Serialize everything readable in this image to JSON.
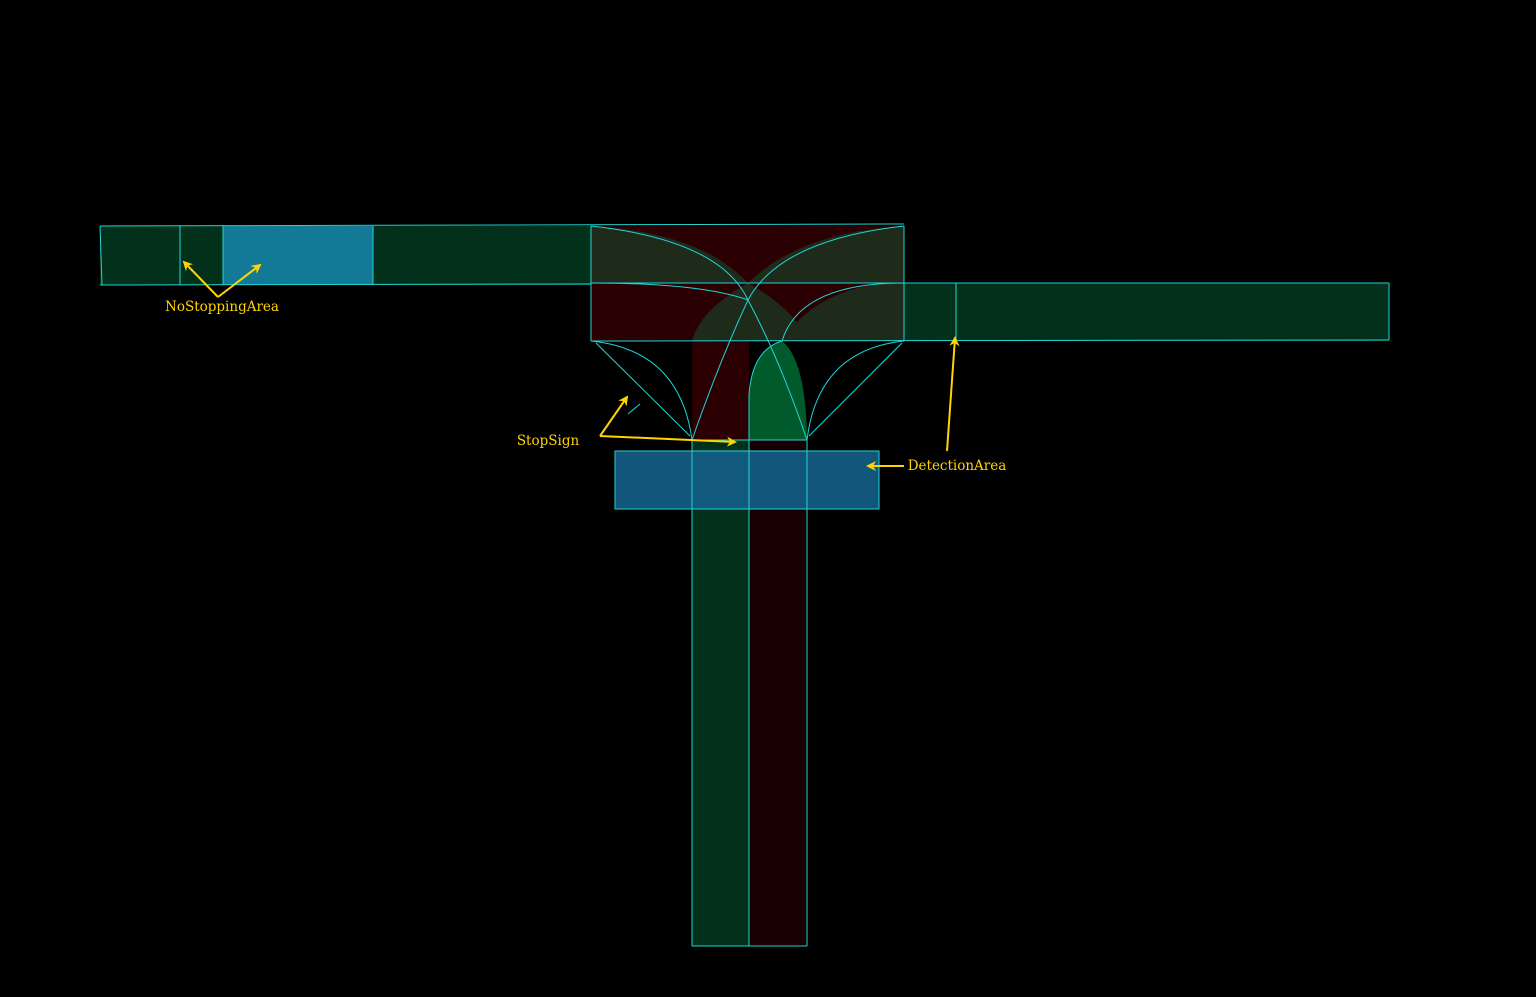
{
  "colors": {
    "background": "#000000",
    "lane_green": "#02301b",
    "lane_green_bright": "#005a2b",
    "lane_red": "#180002",
    "lane_red_bright": "#2e0003",
    "overlap": "#1e2a1a",
    "area_blue": "#127a96",
    "detection_blue": "#145d87",
    "outline": "#1fd6d6",
    "annotation": "#ffd400"
  },
  "annotations": {
    "no_stopping_area": "NoStoppingArea",
    "stop_sign": "StopSign",
    "detection_area": "DetectionArea"
  },
  "icons": {
    "arrow": "arrow-icon"
  }
}
